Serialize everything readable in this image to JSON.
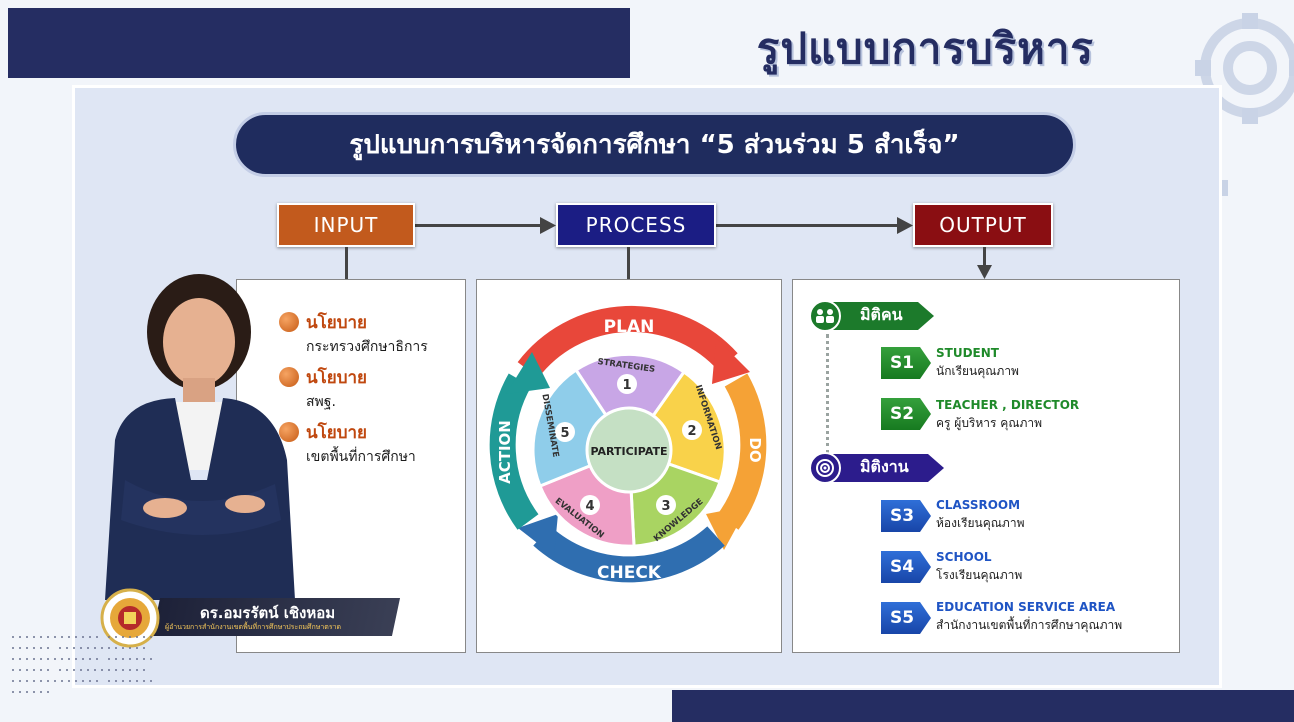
{
  "header": {
    "title": "รูปแบบการบริหาร"
  },
  "banner": {
    "title": "รูปแบบการบริหารจัดการศึกษา “5 ส่วนร่วม 5 สำเร็จ”"
  },
  "flow": {
    "input": "INPUT",
    "process": "PROCESS",
    "output": "OUTPUT"
  },
  "input_items": [
    {
      "title": "นโยบาย",
      "sub": "กระทรวงศึกษาธิการ"
    },
    {
      "title": "นโยบาย",
      "sub": "สพฐ."
    },
    {
      "title": "นโยบาย",
      "sub": "เขตพื้นที่การศึกษา"
    }
  ],
  "cycle": {
    "outer": [
      "PLAN",
      "DO",
      "CHECK",
      "ACTION"
    ],
    "center": "PARTICIPATE",
    "segments": [
      {
        "num": "1",
        "label": "STRATEGIES",
        "color": "#c8a6e6"
      },
      {
        "num": "2",
        "label": "INFORMATION",
        "color": "#f9d24a"
      },
      {
        "num": "3",
        "label": "KNOWLEDGE",
        "color": "#a9d462"
      },
      {
        "num": "4",
        "label": "EVALUATION",
        "color": "#ef9fc6"
      },
      {
        "num": "5",
        "label": "DISSEMINATE",
        "color": "#8fcdea"
      }
    ],
    "ring_colors": {
      "plan": "#e8473a",
      "do": "#f5a236",
      "check": "#2f6eb0",
      "action": "#1f9a96"
    }
  },
  "output": {
    "dimension_people": {
      "label": "มิติคน",
      "icon": "people-icon",
      "color": "#1c7a2b"
    },
    "dimension_work": {
      "label": "มิติงาน",
      "icon": "target-icon",
      "color": "#2c1c8c"
    },
    "items": [
      {
        "code": "S1",
        "en": "STUDENT",
        "th": "นักเรียนคุณภาพ",
        "group": "green"
      },
      {
        "code": "S2",
        "en": "TEACHER , DIRECTOR",
        "th": "ครู ผู้บริหาร คุณภาพ",
        "group": "green"
      },
      {
        "code": "S3",
        "en": "CLASSROOM",
        "th": "ห้องเรียนคุณภาพ",
        "group": "blue"
      },
      {
        "code": "S4",
        "en": "SCHOOL",
        "th": "โรงเรียนคุณภาพ",
        "group": "blue"
      },
      {
        "code": "S5",
        "en": "EDUCATION SERVICE AREA",
        "th": "สำนักงานเขตพื้นที่การศึกษาคุณภาพ",
        "group": "blue"
      }
    ]
  },
  "person": {
    "name": "ดร.อมรรัตน์ เชิงหอม",
    "position": "ผู้อำนวยการสำนักงานเขตพื้นที่การศึกษาประถมศึกษาตราด"
  },
  "colors": {
    "navy": "#252d62",
    "input": "#c25a1d",
    "process": "#1b1d84",
    "output": "#8a0e12"
  }
}
